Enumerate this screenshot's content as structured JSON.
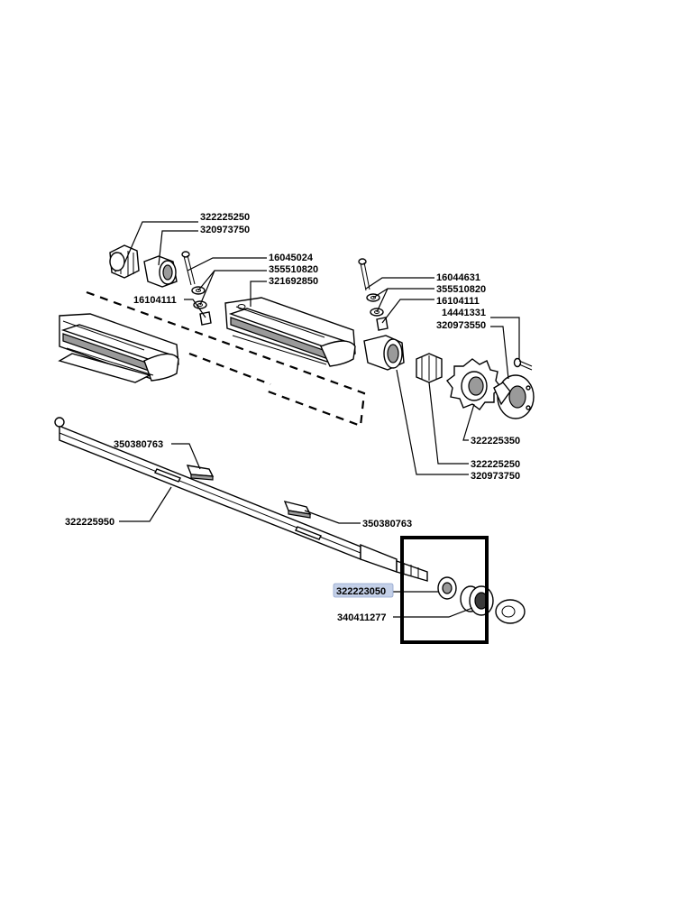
{
  "labels": {
    "p_322225250_top": "322225250",
    "p_320973750_top": "320973750",
    "p_16045024": "16045024",
    "p_355510820_l": "355510820",
    "p_321692850": "321692850",
    "p_16104111_l": "16104111",
    "p_16044631": "16044631",
    "p_355510820_r": "355510820",
    "p_16104111_r": "16104111",
    "p_14441331": "14441331",
    "p_320973550": "320973550",
    "p_322225350": "322225350",
    "p_322225250_bot": "322225250",
    "p_320973750_bot": "320973750",
    "p_350380763_a": "350380763",
    "p_322225950": "322225950",
    "p_350380763_b": "350380763",
    "p_322223050": "322223050",
    "p_340411277": "340411277"
  },
  "highlight": {
    "label": "322223050",
    "color": "#c4d0e8"
  }
}
